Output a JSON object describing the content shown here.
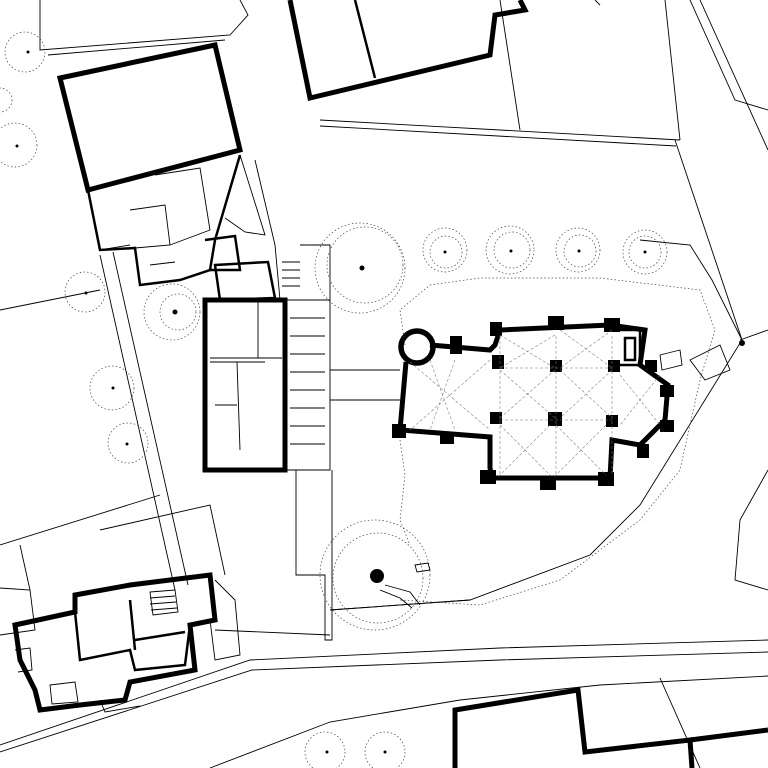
{
  "drawing": {
    "kind": "site-plan",
    "colors": {
      "ink": "#000000",
      "paper": "#ffffff",
      "hatch": "#777777"
    },
    "elements": [
      "church-building",
      "courtyard-building",
      "north-building",
      "southwest-house",
      "south-building",
      "street-curbs",
      "trees"
    ]
  }
}
